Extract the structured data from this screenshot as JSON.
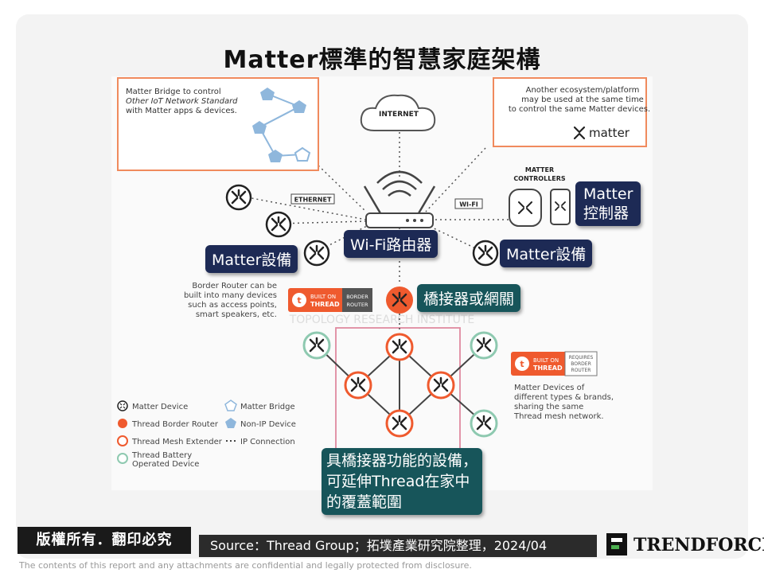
{
  "title": "Matter標準的智慧家庭架構",
  "diagram": {
    "bridge_box": {
      "line1": "Matter Bridge to control",
      "line2": "Other IoT Network Standard",
      "line3": "with Matter apps & devices."
    },
    "ecosystem_box": {
      "line1": "Another ecosystem/platform",
      "line2": "may be used at the same time",
      "line3": "to control the same Matter devices.",
      "brand": "matter"
    },
    "internet": "INTERNET",
    "ethernet": "ETHERNET",
    "wifi": "WI-FI",
    "controllers_label_1": "MATTER",
    "controllers_label_2": "CONTROLLERS",
    "border_router_note": {
      "line1": "Border Router can be",
      "line2": "built into many devices",
      "line3": "such as access points,",
      "line4": "smart speakers, etc."
    },
    "thread_badge": {
      "built_on": "BUILT ON",
      "thread": "THREAD",
      "border": "BORDER",
      "router": "ROUTER",
      "requires": "REQUIRES"
    },
    "devices_note": {
      "line1": "Matter Devices of",
      "line2": "different types & brands,",
      "line3": "sharing the same",
      "line4": "Thread mesh network."
    },
    "legend": [
      {
        "label": "Matter Device",
        "icon": "matter-device-icon"
      },
      {
        "label": "Matter Bridge",
        "icon": "pentagon-icon"
      },
      {
        "label": "Thread Border Router",
        "icon": "orange-dot-icon"
      },
      {
        "label": "Non-IP Device",
        "icon": "filled-pentagon-icon"
      },
      {
        "label": "Thread Mesh Extender",
        "icon": "orange-ring-icon"
      },
      {
        "label": "IP Connection",
        "icon": "dotted-line-icon"
      },
      {
        "label": "Thread Battery",
        "label2": "Operated Device",
        "icon": "green-ring-icon"
      }
    ],
    "watermark_1": "TOPOLOGY RESEARCH INSTITUTE"
  },
  "callouts": {
    "matter_controller_1": "Matter",
    "matter_controller_2": "控制器",
    "wifi_router": "Wi-Fi路由器",
    "matter_device_left": "Matter設備",
    "matter_device_right": "Matter設備",
    "bridge_gateway": "橋接器或網關",
    "bridge_function": "具橋接器功能的設備，可延伸Thread在家中的覆蓋範圍"
  },
  "footer": {
    "copyright": "版權所有．翻印必究",
    "source": "Source：Thread Group；拓墣產業研究院整理，2024/04",
    "logo": "TRENDFORCE",
    "disclaimer": "The contents of this report and any attachments are confidential and legally protected from disclosure."
  },
  "colors": {
    "orange": "#ef5a2e",
    "teal": "#6bb39a",
    "navy": "#1d2a55",
    "pink": "#e08aa0",
    "blue": "#8fb7dc"
  }
}
